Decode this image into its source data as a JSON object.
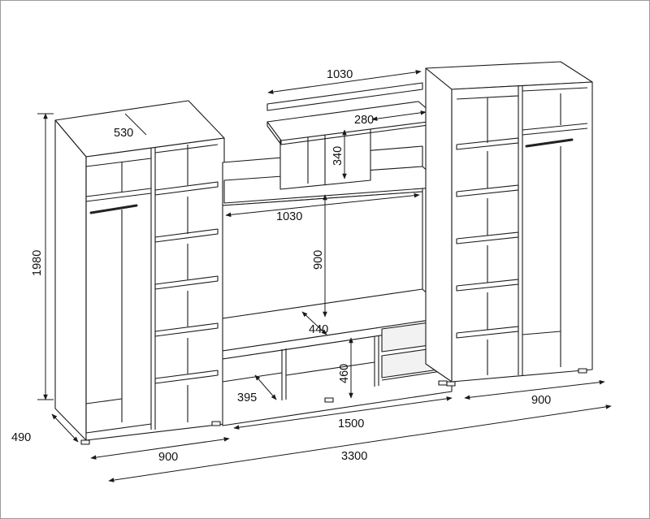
{
  "dimensions": {
    "top_shelf_width": "1030",
    "top_shelf_depth": "280",
    "niche_height": "340",
    "lower_shelf_width": "1030",
    "tv_gap_height": "900",
    "tv_stand_depth": "440",
    "drawer_height": "460",
    "stand_shelf_depth": "395",
    "stand_width": "1500",
    "right_cabinet_width": "900",
    "left_cabinet_width": "900",
    "total_width": "3300",
    "total_height": "1980",
    "cabinet_depth": "530",
    "base_depth": "490"
  }
}
